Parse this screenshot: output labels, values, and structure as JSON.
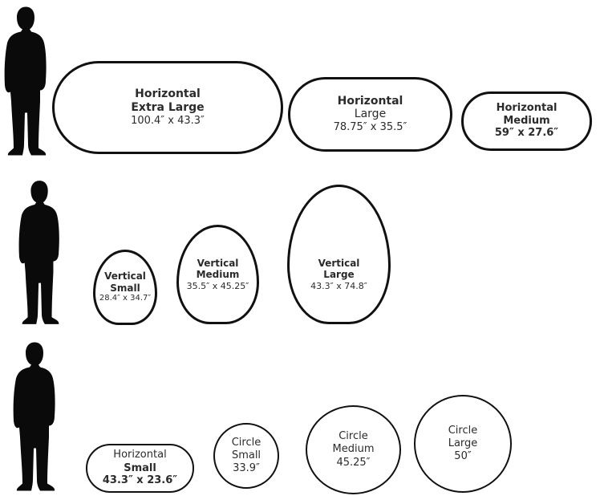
{
  "colors": {
    "outline": "#111111",
    "silhouette": "#0a0a0a",
    "text": "#2b2b2b",
    "background": "#ffffff"
  },
  "silhouette_icon": "standing-man-silhouette",
  "rows": [
    {
      "items": [
        {
          "line1": "Horizontal",
          "line2": "Extra Large",
          "size": "100.4″ x 43.3″"
        },
        {
          "line1": "Horizontal",
          "line2": "Large",
          "size": "78.75″ x 35.5″"
        },
        {
          "line1": "Horizontal",
          "line2": "Medium",
          "size": "59″ x 27.6″"
        }
      ]
    },
    {
      "items": [
        {
          "line1": "Vertical",
          "line2": "Small",
          "size": "28.4″ x 34.7″"
        },
        {
          "line1": "Vertical",
          "line2": "Medium",
          "size": "35.5″ x 45.25″"
        },
        {
          "line1": "Vertical",
          "line2": "Large",
          "size": "43.3″ x 74.8″"
        }
      ]
    },
    {
      "items": [
        {
          "line1": "Horizontal",
          "line2": "Small",
          "size": "43.3″ x 23.6″"
        },
        {
          "line1": "Circle",
          "line2": "Small",
          "size": "33.9″"
        },
        {
          "line1": "Circle",
          "line2": "Medium",
          "size": "45.25″"
        },
        {
          "line1": "Circle",
          "line2": "Large",
          "size": "50″"
        }
      ]
    }
  ]
}
